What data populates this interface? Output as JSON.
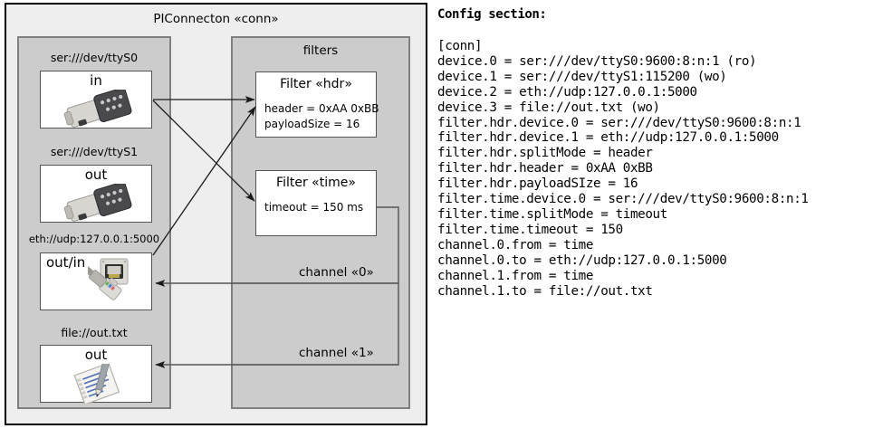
{
  "diagram": {
    "outer_title": "PIConnecton «conn»",
    "devices_panel": {
      "items": [
        {
          "label": "ser:///dev/ttyS0",
          "direction": "in",
          "icon": "serial-db9-icon"
        },
        {
          "label": "ser:///dev/ttyS1",
          "direction": "out",
          "icon": "serial-db9-icon"
        },
        {
          "label": "eth://udp:127.0.0.1:5000",
          "direction": "out/in",
          "icon": "ethernet-rj45-icon"
        },
        {
          "label": "file://out.txt",
          "direction": "out",
          "icon": "text-file-icon"
        }
      ]
    },
    "filters_panel": {
      "title": "filters",
      "filters": [
        {
          "title": "Filter «hdr»",
          "props": "header = 0xAA 0xBB\npayloadSize = 16"
        },
        {
          "title": "Filter «time»",
          "props": "timeout = 150 ms"
        }
      ],
      "channels": [
        {
          "label": "channel «0»"
        },
        {
          "label": "channel «1»"
        }
      ]
    },
    "colors": {
      "frame_border": "#000000",
      "frame_fill": "#eeeeee",
      "panel_fill": "#cccccc",
      "panel_border": "#808080",
      "box_fill": "#ffffff",
      "box_border": "#555555",
      "arrow": "#1a1a1a"
    }
  },
  "config": {
    "heading": "Config section:",
    "lines": "[conn]\ndevice.0 = ser:///dev/ttyS0:9600:8:n:1 (ro)\ndevice.1 = ser:///dev/ttyS1:115200 (wo)\ndevice.2 = eth://udp:127.0.0.1:5000\ndevice.3 = file://out.txt (wo)\nfilter.hdr.device.0 = ser:///dev/ttyS0:9600:8:n:1\nfilter.hdr.device.1 = eth://udp:127.0.0.1:5000\nfilter.hdr.splitMode = header\nfilter.hdr.header = 0xAA 0xBB\nfilter.hdr.payloadSIze = 16\nfilter.time.device.0 = ser:///dev/ttyS0:9600:8:n:1\nfilter.time.splitMode = timeout\nfilter.time.timeout = 150\nchannel.0.from = time\nchannel.0.to = eth://udp:127.0.0.1:5000\nchannel.1.from = time\nchannel.1.to = file://out.txt"
  }
}
